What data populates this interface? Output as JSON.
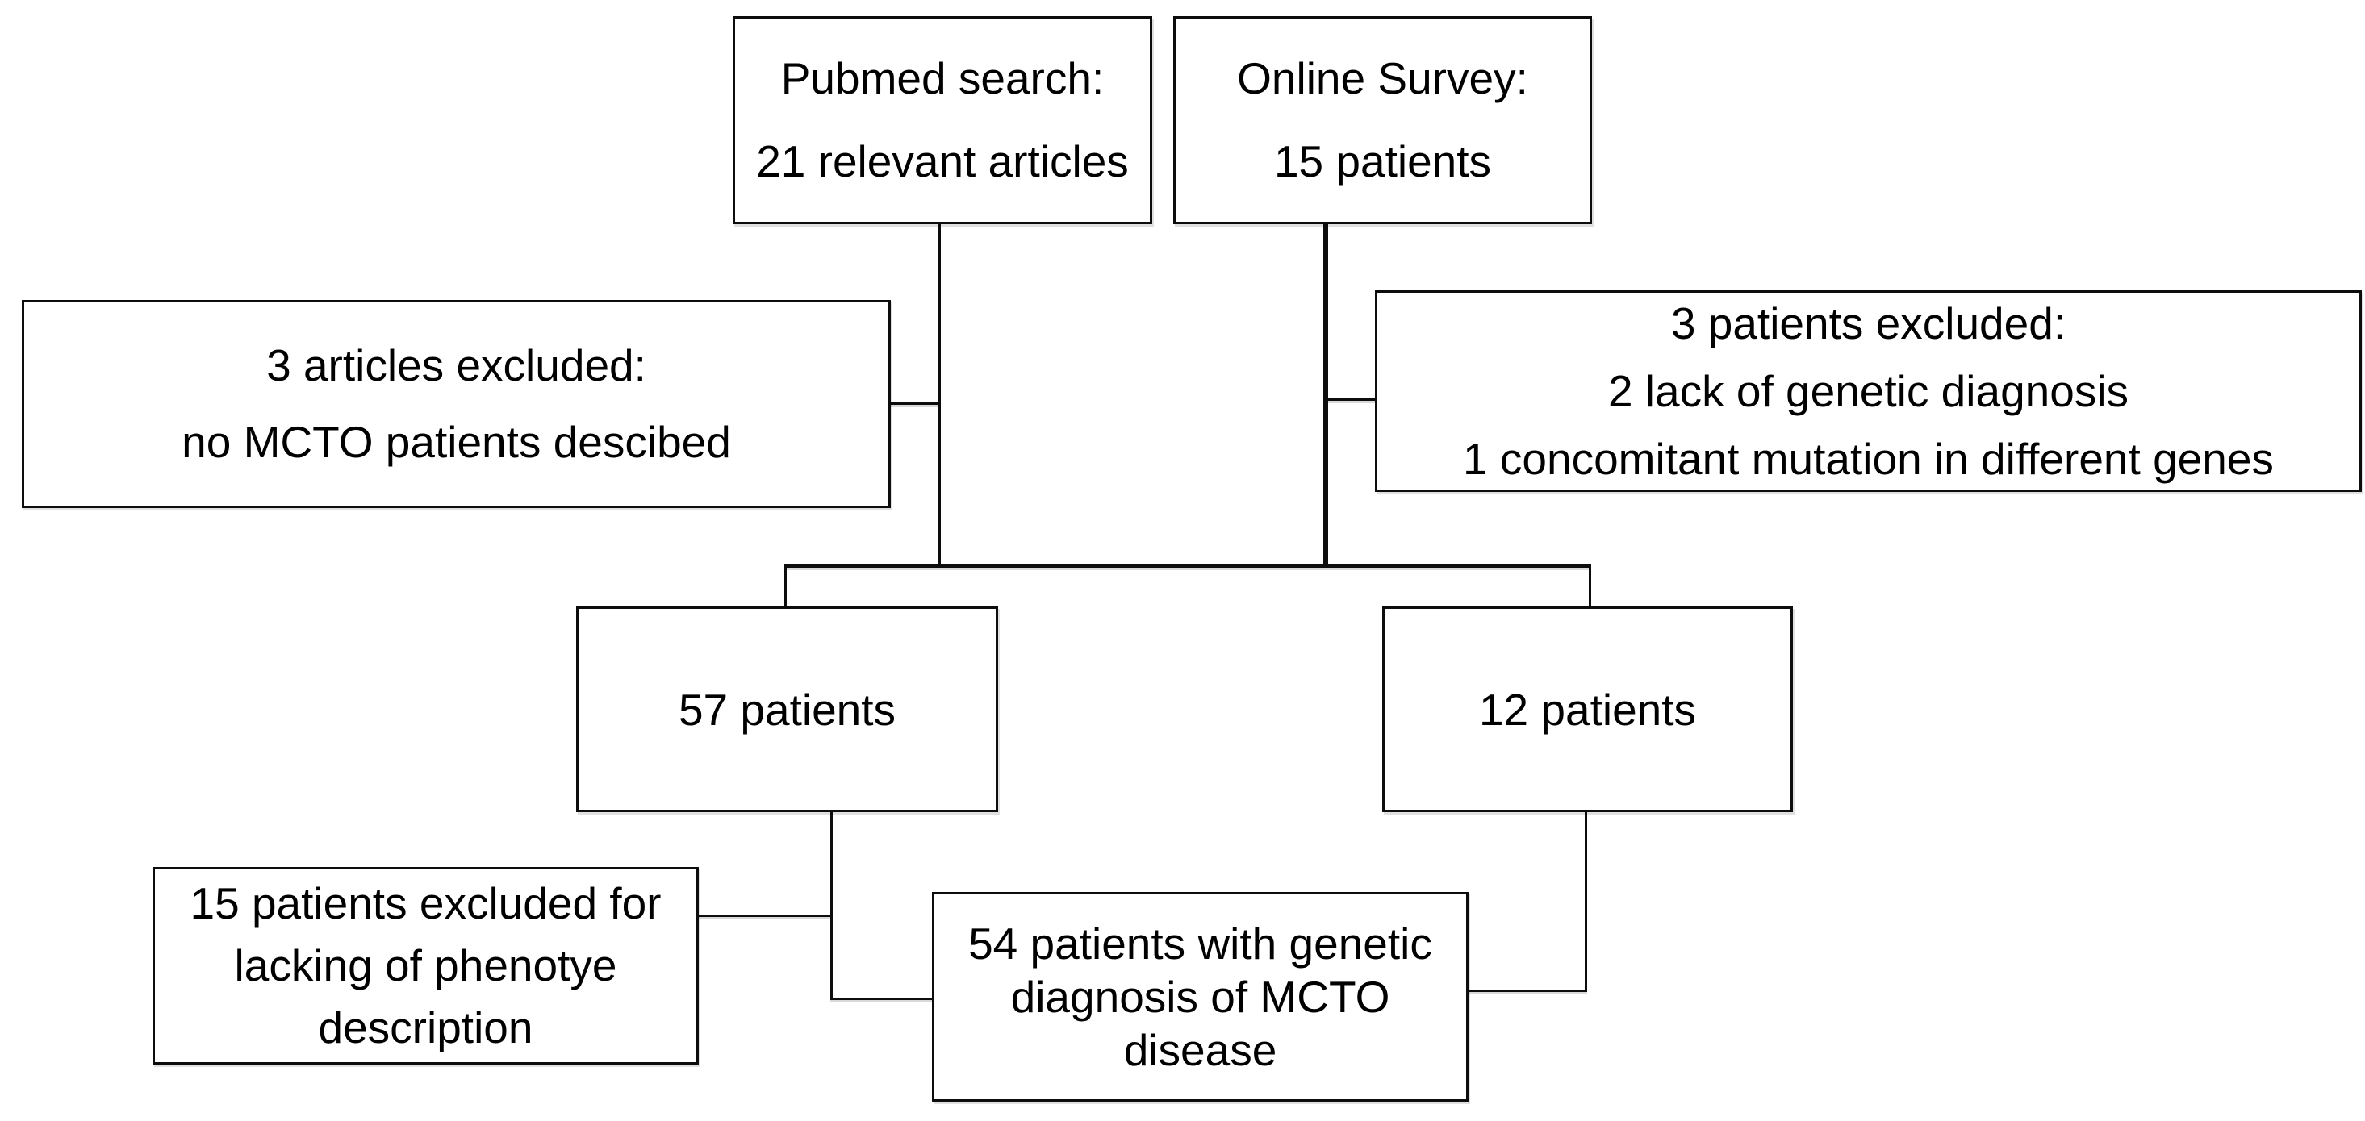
{
  "diagram": {
    "title": "MCTO patient selection flowchart",
    "colors": {
      "background": "#ffffff",
      "line": "#0d0d0d",
      "text": "#000000"
    },
    "boxes": {
      "pubmed": {
        "lines": [
          "Pubmed search:",
          "21 relevant articles"
        ]
      },
      "survey": {
        "lines": [
          "Online Survey:",
          "15 patients"
        ]
      },
      "articles_excluded": {
        "lines": [
          "3 articles excluded:",
          "no MCTO patients descibed"
        ]
      },
      "patients_excluded": {
        "lines": [
          "3 patients excluded:",
          "2 lack of genetic diagnosis",
          "1 concomitant mutation in different genes"
        ]
      },
      "patients_57": {
        "lines": [
          "57 patients"
        ]
      },
      "patients_12": {
        "lines": [
          "12 patients"
        ]
      },
      "phenotype_excluded": {
        "lines": [
          "15 patients excluded for",
          "lacking of phenotye",
          "description"
        ]
      },
      "genetic_diagnosis": {
        "lines": [
          "54 patients with genetic",
          "diagnosis of MCTO",
          "disease"
        ]
      }
    }
  }
}
